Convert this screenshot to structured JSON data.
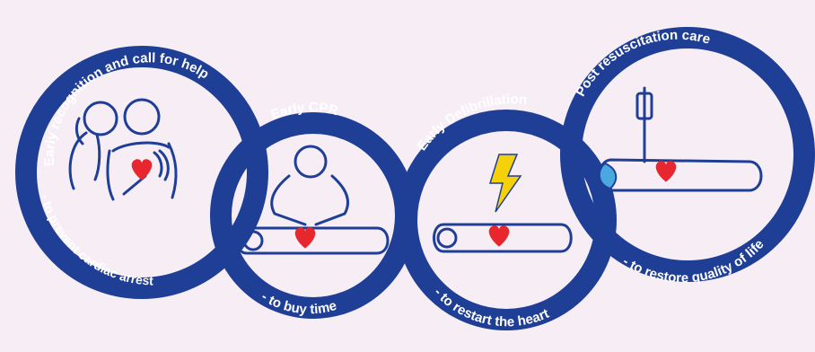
{
  "colors": {
    "background": "#f7eef5",
    "chain_blue": "#1f3e96",
    "heart_red": "#e8262e",
    "bolt_yellow": "#f5d10a",
    "light_blue": "#4aa8e0"
  },
  "links": [
    {
      "top": "Early recognition and call for help",
      "bottom": "- to prevent cardiac arrest"
    },
    {
      "top": "Early CPR",
      "bottom": "- to buy time"
    },
    {
      "top": "Early Defibrillation",
      "bottom": "- to restart the heart"
    },
    {
      "top": "Post resuscitation care",
      "bottom": "- to restore quality of life"
    }
  ],
  "icons": [
    "person-calling-icon",
    "cpr-compression-icon",
    "defibrillation-bolt-icon",
    "iv-drip-patient-icon"
  ]
}
